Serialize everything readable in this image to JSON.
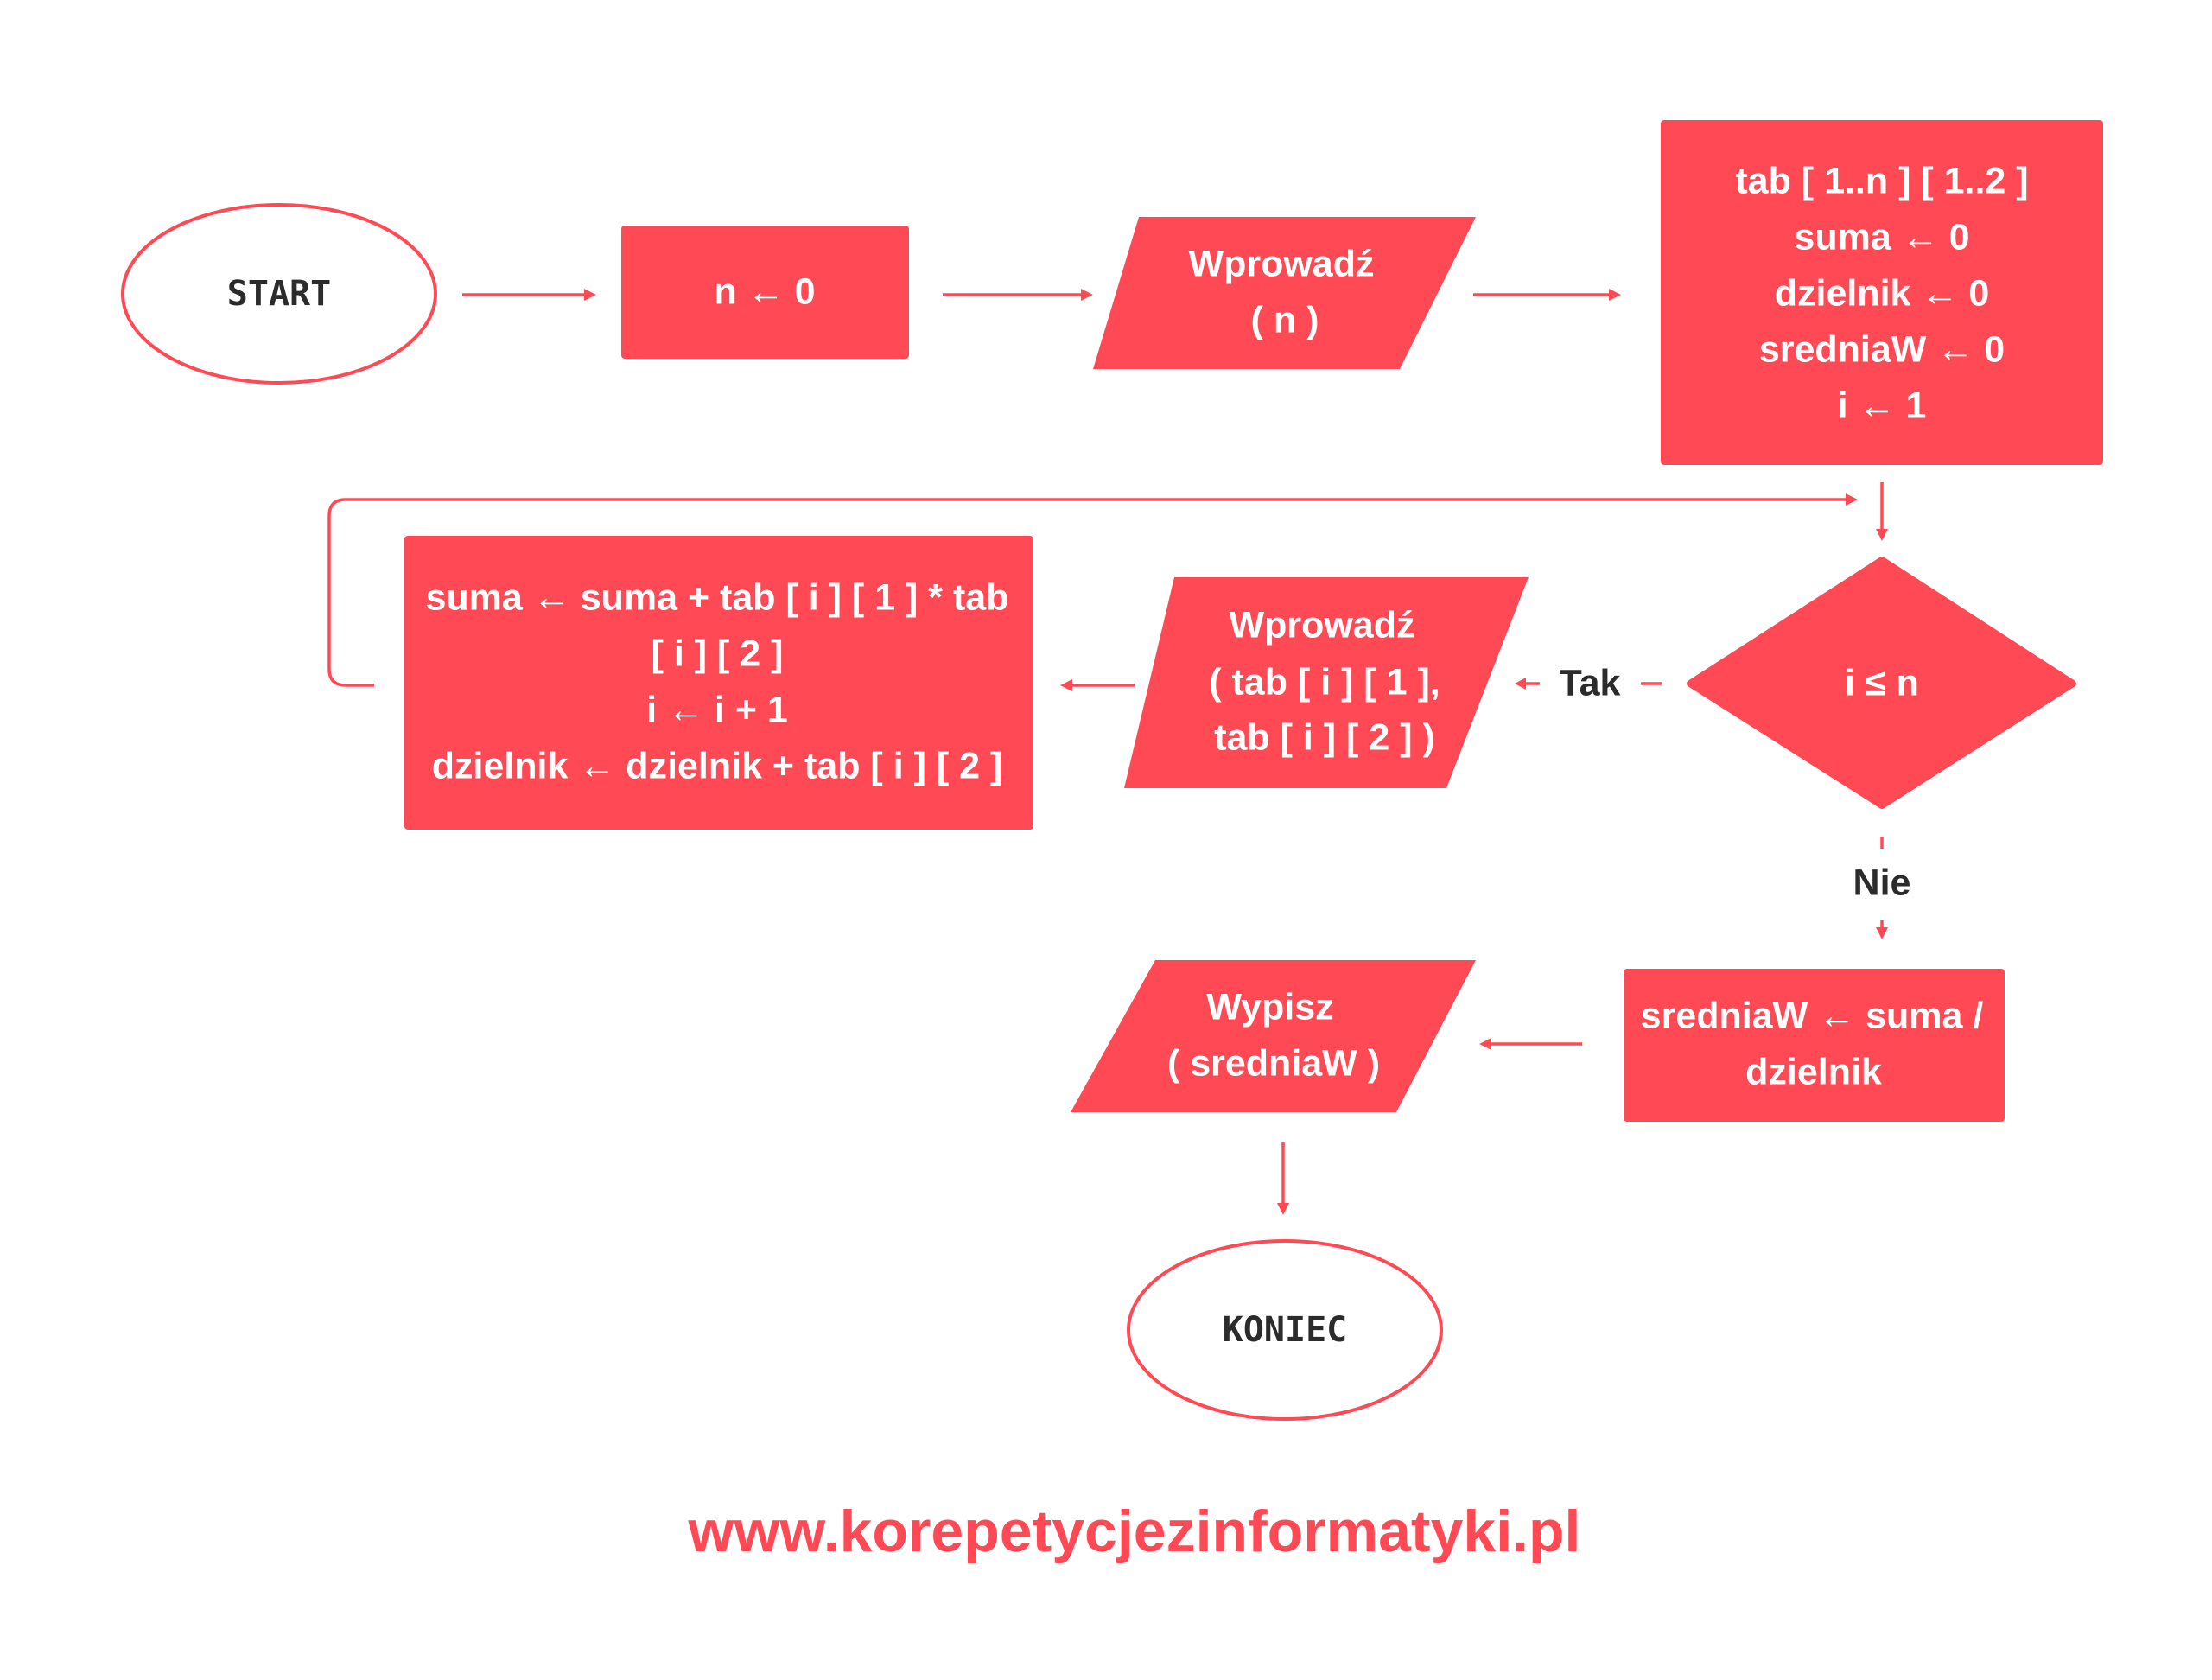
{
  "colors": {
    "accent": "#ff4a55",
    "text_dark": "#2b2b2b"
  },
  "nodes": {
    "start": "START",
    "init_n": "n ← 0",
    "input_n": {
      "line1": "Wprowadź",
      "line2": "( n )"
    },
    "init_vars": {
      "line1": "tab [ 1..n ] [ 1..2 ]",
      "line2": "suma ← 0",
      "line3": "dzielnik ← 0",
      "line4": "sredniaW ← 0",
      "line5": "i ← 1"
    },
    "condition": "i ≤ n",
    "input_tab": {
      "line1": "Wprowadź",
      "line2": "( tab [ i ] [ 1 ],",
      "line3": "tab [ i ] [ 2 ] )"
    },
    "loop_body": {
      "line1": "suma ← suma + tab [ i ] [ 1 ] * tab",
      "line2": "[ i ] [ 2 ]",
      "line3": "i ← i + 1",
      "line4": "dzielnik ← dzielnik + tab [ i ] [ 2 ]"
    },
    "compute_avg": {
      "line1": "sredniaW ← suma /",
      "line2": "dzielnik"
    },
    "output": {
      "line1": "Wypisz",
      "line2": "( sredniaW )"
    },
    "end": "KONIEC"
  },
  "labels": {
    "yes": "Tak",
    "no": "Nie"
  },
  "footer": {
    "url": "www.korepetycjezinformatyki.pl"
  }
}
